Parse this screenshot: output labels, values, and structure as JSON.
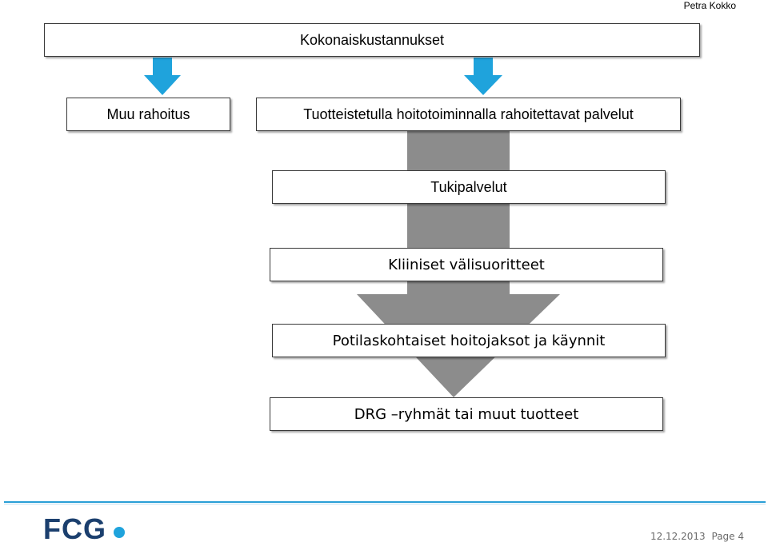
{
  "header": {
    "author": "Petra Kokko"
  },
  "diagram": {
    "top_box": "Kokonaiskustannukset",
    "left_box": "Muu rahoitus",
    "right_box": "Tuotteistetulla hoitotoiminnalla rahoitettavat palvelut",
    "level_1": "Tukipalvelut",
    "level_2": "Kliiniset välisuoritteet",
    "level_3": "Potilaskohtaiset hoitojaksot ja käynnit",
    "level_4": "DRG –ryhmät tai muut tuotteet"
  },
  "footer": {
    "date": "12.12.2013",
    "page": "Page 4",
    "logo_text": "FCG"
  },
  "colors": {
    "blue_arrow": "#1fa3dc",
    "gray_arrow": "#8c8c8c",
    "footer_rule": "#2a9fd6",
    "logo": "#1b3f6e"
  }
}
